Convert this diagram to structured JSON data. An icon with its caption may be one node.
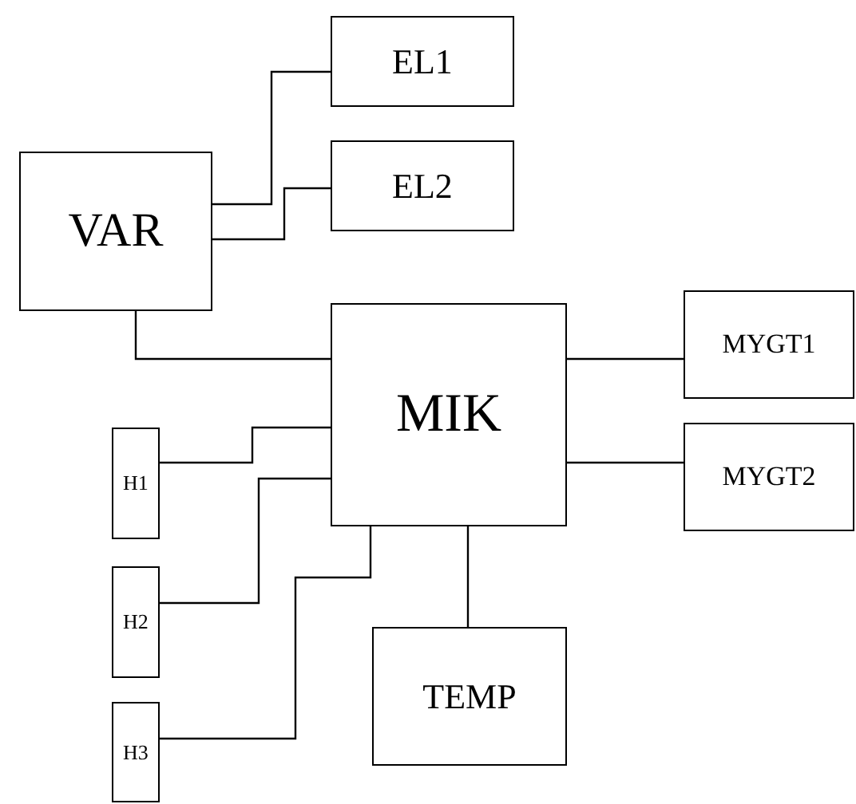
{
  "diagram": {
    "nodes": [
      {
        "text": [
          "VAR"
        ]
      },
      {
        "text": [
          "EL1"
        ]
      },
      {
        "text": [
          "EL2"
        ]
      },
      {
        "text": [
          "MIK"
        ]
      },
      {
        "text": [
          "MYGT1"
        ]
      },
      {
        "text": [
          "MYGT2"
        ]
      },
      {
        "text": [
          "H1"
        ]
      },
      {
        "text": [
          "H2"
        ]
      },
      {
        "text": [
          "H3"
        ]
      },
      {
        "text": [
          "TEMP"
        ]
      }
    ],
    "edges": [
      {
        "from": 0,
        "to": 1,
        "arrow": "none"
      },
      {
        "from": 0,
        "to": 2,
        "arrow": "none"
      },
      {
        "from": 0,
        "to": 3,
        "arrow": "none"
      },
      {
        "from": 3,
        "to": 4,
        "arrow": "none"
      },
      {
        "from": 3,
        "to": 5,
        "arrow": "none"
      },
      {
        "from": 6,
        "to": 3,
        "arrow": "none"
      },
      {
        "from": 7,
        "to": 3,
        "arrow": "none"
      },
      {
        "from": 8,
        "to": 3,
        "arrow": "none"
      },
      {
        "from": 3,
        "to": 9,
        "arrow": "none"
      }
    ]
  }
}
